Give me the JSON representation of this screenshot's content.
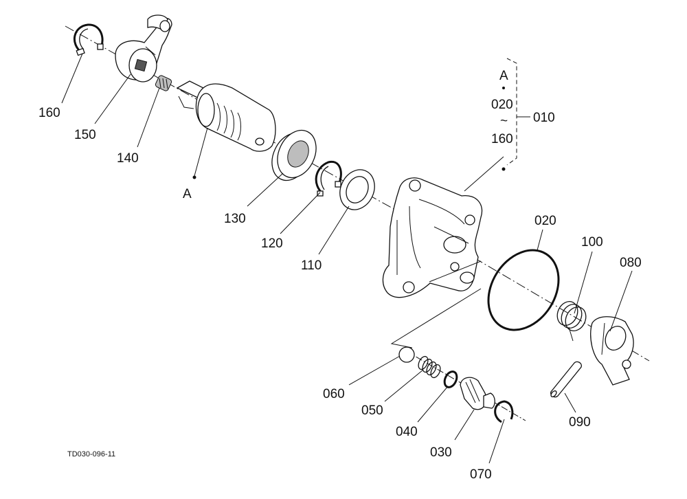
{
  "diagram_id": "TD030-096-11",
  "callouts": {
    "p160": "160",
    "p150": "150",
    "p140": "140",
    "p130": "130",
    "p120": "120",
    "p110": "110",
    "p100": "100",
    "p090": "090",
    "p080": "080",
    "p070": "070",
    "p060": "060",
    "p050": "050",
    "p040": "040",
    "p030": "030",
    "p020": "020",
    "p010": "010"
  },
  "assembly_ref": {
    "marker": "A",
    "range_start": "020",
    "tilde": "~",
    "range_end": "160"
  },
  "marker_a": "A"
}
